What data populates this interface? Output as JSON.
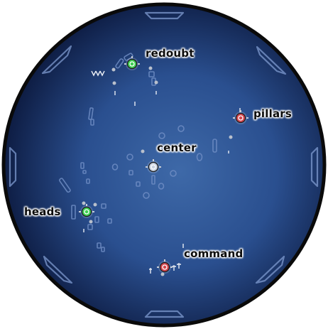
{
  "map": {
    "colors": {
      "rim": "#0a0a0a",
      "center": "#3e69a8",
      "edge": "#0e1d44",
      "neutral_base": "#c9d2e0",
      "green_base": "#3fcf52",
      "red_base": "#d2474f"
    },
    "locations": [
      {
        "id": "redoubt",
        "label": "redoubt",
        "owner": "green",
        "icon": "outpost-icon"
      },
      {
        "id": "pillars",
        "label": "pillars",
        "owner": "red",
        "icon": "outpost-icon"
      },
      {
        "id": "center",
        "label": "center",
        "owner": "neutral",
        "icon": "outpost-icon"
      },
      {
        "id": "heads",
        "label": "heads",
        "owner": "green",
        "icon": "outpost-icon"
      },
      {
        "id": "command",
        "label": "command",
        "owner": "red",
        "icon": "outpost-icon"
      }
    ]
  }
}
